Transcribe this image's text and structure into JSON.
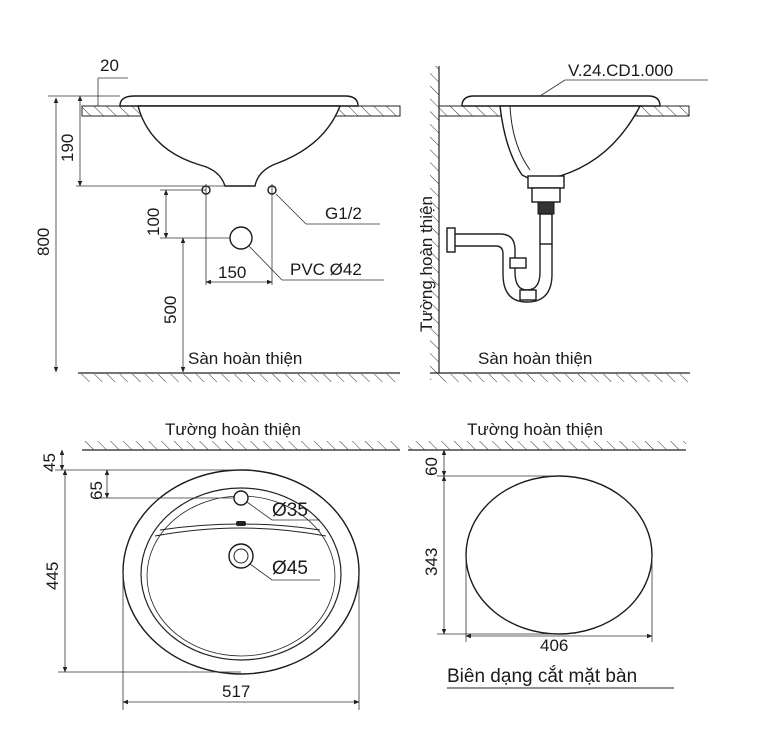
{
  "labels": {
    "d20": "20",
    "d190": "190",
    "d800": "800",
    "d100": "100",
    "d500": "500",
    "d150": "150",
    "g12": "G1/2",
    "pvc": "PVC Ø42",
    "floor_left": "Sàn hoàn thiện",
    "model": "V.24.CD1.000",
    "wall_vertical": "Tường hoàn thiện",
    "floor_right": "Sàn hoàn thiện",
    "wall_top_left": "Tường hoàn thiện",
    "d45": "45",
    "d65": "65",
    "d445": "445",
    "d517": "517",
    "dia35": "Ø35",
    "dia45": "Ø45",
    "wall_top_right": "Tường hoàn thiện",
    "d60": "60",
    "d343": "343",
    "d406": "406",
    "cutout": "Biên dạng cắt mặt bàn"
  }
}
